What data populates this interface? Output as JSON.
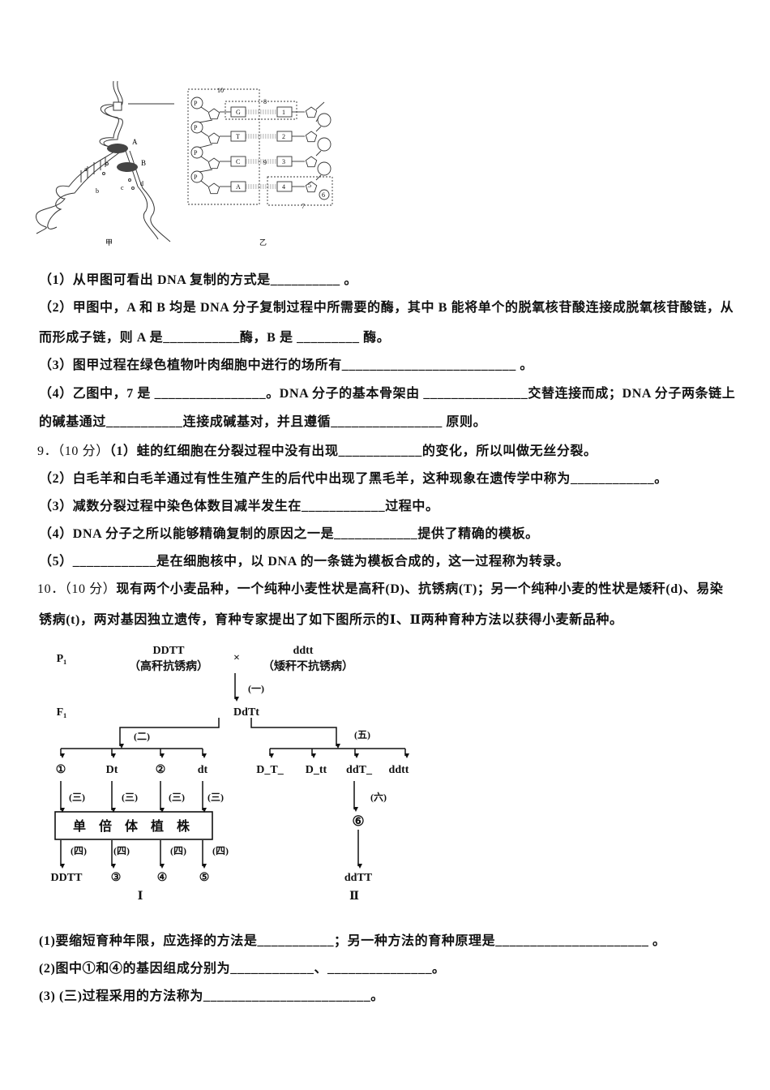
{
  "figure1": {
    "jia_label": "甲",
    "yi_label": "乙",
    "enzyme_labels": [
      "A",
      "B"
    ],
    "strand_labels": [
      "a",
      "b",
      "c",
      "d"
    ],
    "phosphate": "P",
    "bases_left": [
      "G",
      "T",
      "C",
      "A"
    ],
    "bases_right": [
      "1",
      "2",
      "3",
      "4"
    ],
    "numbers": {
      "n5": "5",
      "n6": "6",
      "n7": "7",
      "n8": "8",
      "n9": "9",
      "n10": "10"
    }
  },
  "q8": [
    {
      "text": "（1）从甲图可看出 DNA 复制的方式是__________ 。"
    },
    {
      "text": "（2）甲图中，A 和 B 均是 DNA 分子复制过程中所需要的酶，其中 B 能将单个的脱氧核苷酸连接成脱氧核苷酸链，从"
    },
    {
      "text": "而形成子链，则 A 是___________酶，B 是 _________ 酶。"
    },
    {
      "text": "（3）图甲过程在绿色植物叶肉细胞中进行的场所有_________________________ 。"
    },
    {
      "text": "（4）乙图中，7 是 ________________。DNA 分子的基本骨架由 _______________交替连接而成；DNA 分子两条链上"
    },
    {
      "text": "的碱基通过___________连接成碱基对，并且遵循________________ 原则。"
    }
  ],
  "q9": {
    "number": "9．（10 分）",
    "lines": [
      "（1）蛙的红细胞在分裂过程中没有出现____________的变化，所以叫做无丝分裂。",
      "（2）白毛羊和白毛羊通过有性生殖产生的后代中出现了黑毛羊，这种现象在遗传学中称为____________。",
      "（3）减数分裂过程中染色体数目减半发生在____________过程中。",
      "（4）DNA 分子之所以能够精确复制的原因之一是____________提供了精确的模板。",
      "（5）____________是在细胞核中，以 DNA 的一条链为模板合成的，这一过程称为转录。"
    ]
  },
  "q10": {
    "number": "10．（10 分）",
    "intro_1": "现有两个小麦品种，一个纯种小麦性状是高秆(D)、抗锈病(T)；另一个纯种小麦的性状是矮秆(d)、易染",
    "intro_2": "锈病(t)，两对基因独立遗传，育种专家提出了如下图所示的Ⅰ、Ⅱ两种育种方法以获得小麦新品种。",
    "questions": [
      "(1)要缩短育种年限，应选择的方法是___________；另一种方法的育种原理是______________________ 。",
      "(2)图中①和④的基因组成分别为____________、_______________。",
      "(3) (三)过程采用的方法称为________________________。"
    ]
  },
  "figure2": {
    "p1": "P₁",
    "f1": "F₁",
    "parent1_genotype": "DDTT",
    "parent1_trait": "（高秆抗锈病）",
    "cross": "×",
    "parent2_genotype": "ddtt",
    "parent2_trait": "（矮秆不抗锈病）",
    "f1_genotype": "DdTt",
    "step1": "(一)",
    "step2": "(二)",
    "step3": "(三)",
    "step4": "(四)",
    "step5": "(五)",
    "step6": "(六)",
    "gametes": [
      "①",
      "Dt",
      "②",
      "dt"
    ],
    "f2_classes": [
      "D_T_",
      "D_tt",
      "ddT_",
      "ddtt"
    ],
    "haploid_box": "单 倍 体 植 株",
    "method1_results": [
      "DDTT",
      "③",
      "④",
      "⑤"
    ],
    "circle6": "⑥",
    "method2_result": "ddTT",
    "method1_label": "Ⅰ",
    "method2_label": "Ⅱ"
  }
}
